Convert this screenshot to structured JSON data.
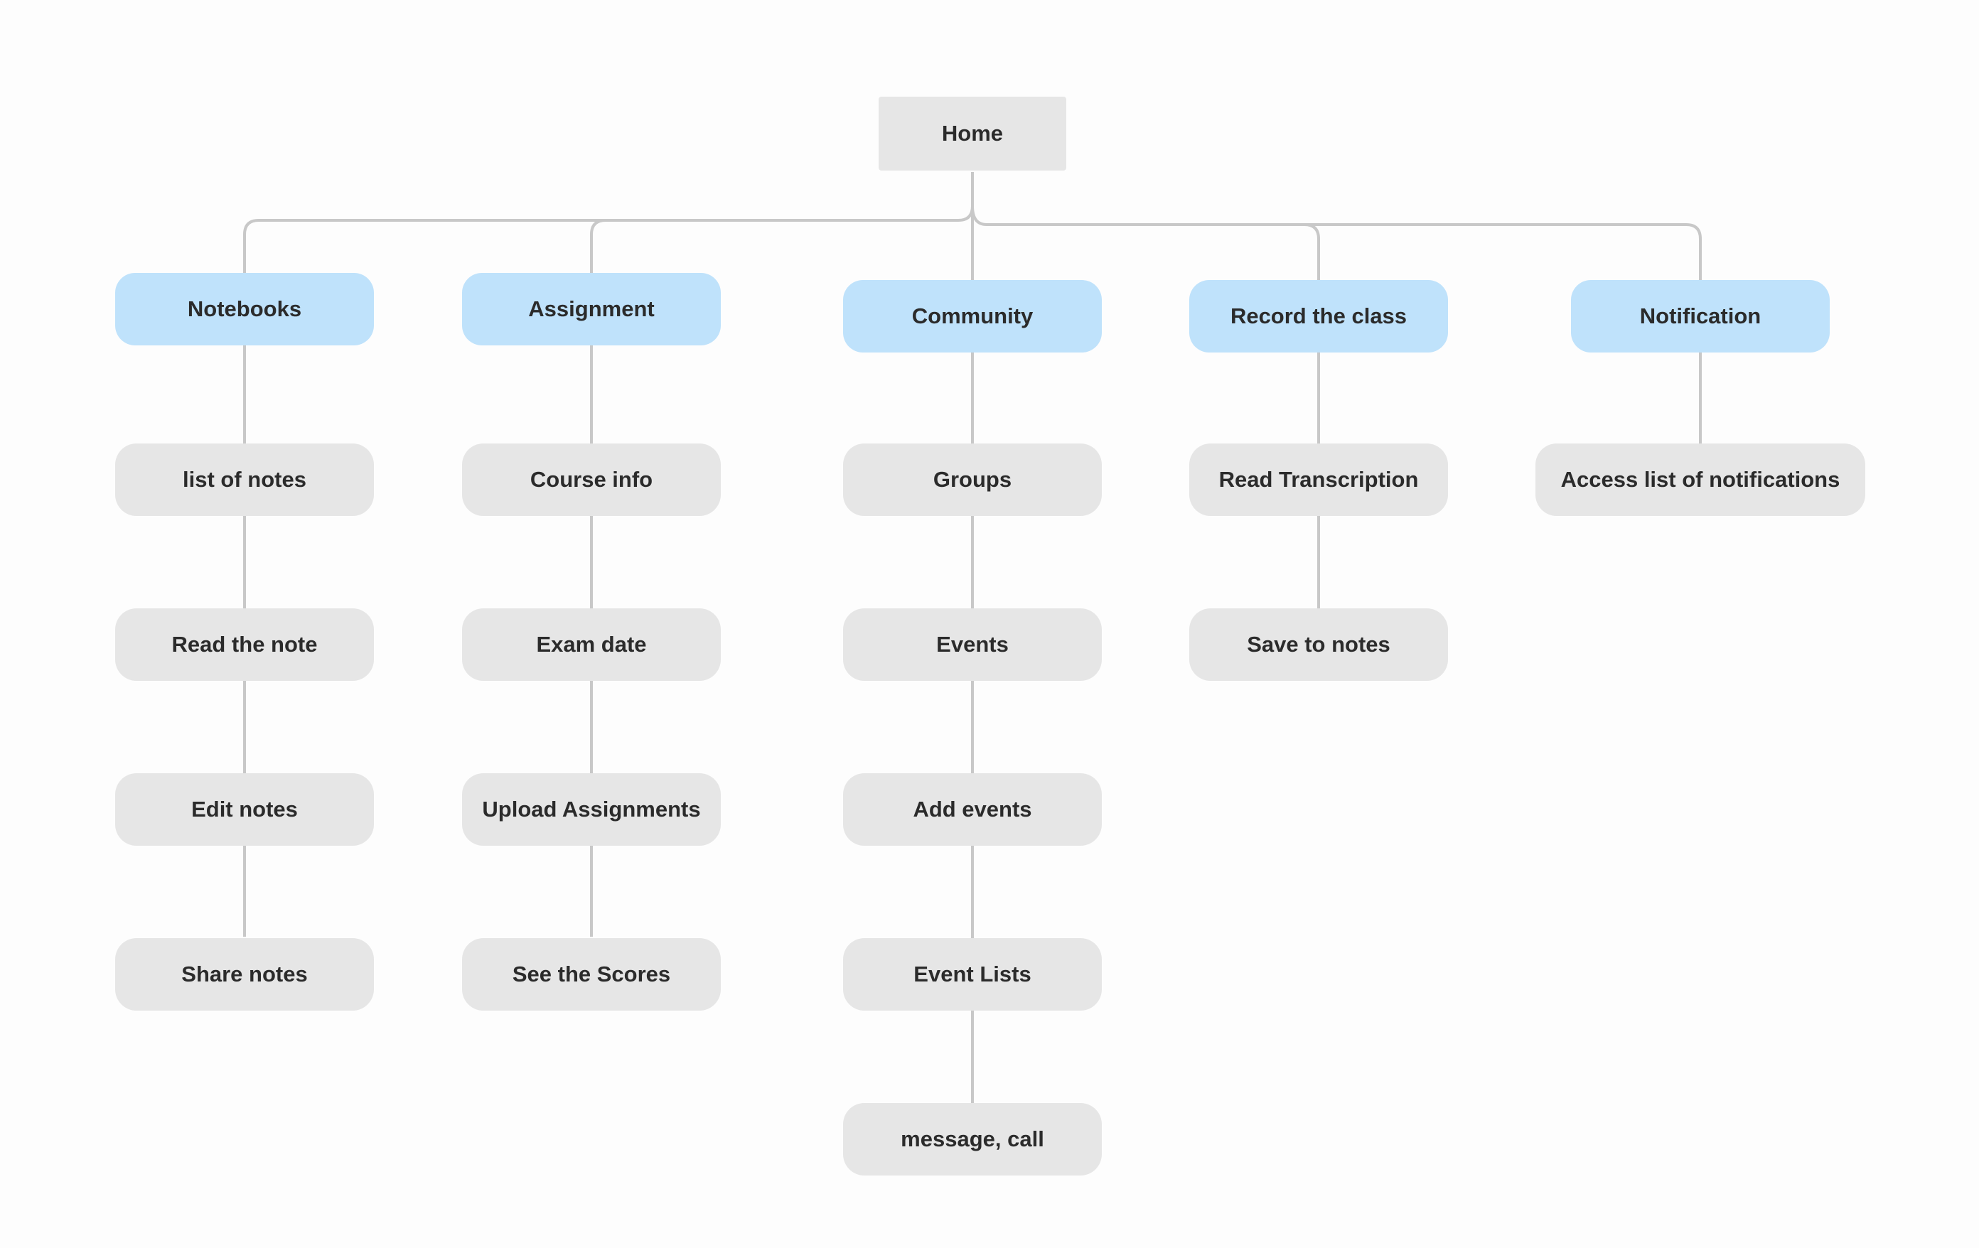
{
  "sitemap": {
    "root": {
      "label": "Home"
    },
    "sections": [
      {
        "label": "Notebooks",
        "children": [
          "list of notes",
          "Read the note",
          "Edit notes",
          "Share notes"
        ]
      },
      {
        "label": "Assignment",
        "children": [
          "Course info",
          "Exam date",
          "Upload Assignments",
          "See the Scores"
        ]
      },
      {
        "label": "Community",
        "children": [
          "Groups",
          "Events",
          "Add events",
          "Event Lists",
          "message, call"
        ]
      },
      {
        "label": "Record the class",
        "children": [
          "Read Transcription",
          "Save to notes"
        ]
      },
      {
        "label": "Notification",
        "children": [
          "Access list of notifications"
        ]
      }
    ]
  },
  "colors": {
    "background": "#fdfdfd",
    "section_fill": "#bfe2fb",
    "page_fill": "#e6e6e6",
    "connector": "#c8c8c8",
    "text": "#2b2b2b"
  }
}
